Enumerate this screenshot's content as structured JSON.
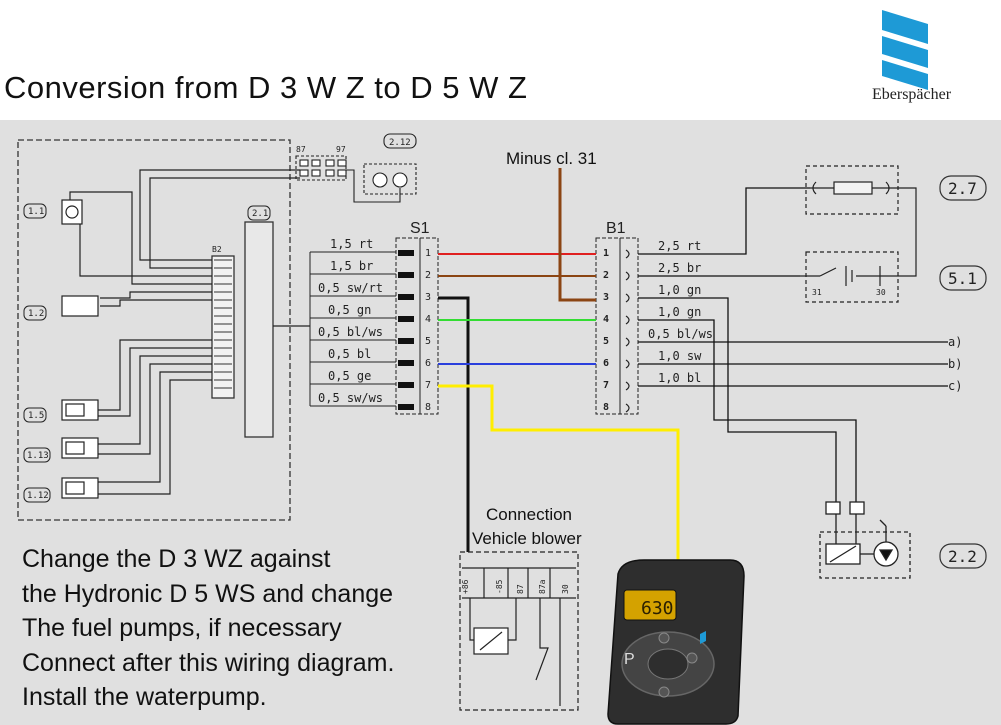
{
  "title": "Conversion from D 3 W Z to D 5 W Z",
  "brand": {
    "name": "Eberspächer",
    "color": "#1e9ad6"
  },
  "labels": {
    "minus": "Minus cl. 31",
    "s1": "S1",
    "b1": "B1",
    "b2": "B2",
    "b87": "87",
    "b97": "97",
    "connection_l1": "Connection",
    "connection_l2": "Vehicle blower"
  },
  "refs": {
    "r27": "2.7",
    "r51": "5.1",
    "r22": "2.2",
    "r212": "2.12",
    "r21": "2.1",
    "r11": "1.1",
    "r12": "1.2",
    "r15": "1.5",
    "r113": "1.13",
    "r112": "1.12"
  },
  "s1_wires": [
    "1,5 rt",
    "1,5 br",
    "0,5 sw/rt",
    "0,5 gn",
    "0,5 bl/ws",
    "0,5 bl",
    "0,5 ge",
    "0,5 sw/ws"
  ],
  "b1_wires": [
    "2,5 rt",
    "2,5 br",
    "1,0 gn",
    "1,0 gn",
    "0,5 bl/ws",
    "1,0 sw",
    "1,0 bl"
  ],
  "pins": [
    "1",
    "2",
    "3",
    "4",
    "5",
    "6",
    "7",
    "8"
  ],
  "outputs": [
    "a)",
    "b)",
    "c)"
  ],
  "switch_labels": {
    "t31": "31",
    "t30": "30"
  },
  "relay_pins": [
    "+86",
    "-85",
    "87",
    "87a",
    "30"
  ],
  "display_value": "630",
  "controller_buttons": {
    "p": "P"
  },
  "instructions": [
    "Change the D 3 WZ against",
    "the Hydronic D 5 WS and change",
    "The fuel pumps, if necessary",
    "Connect after this wiring diagram.",
    "Install the waterpump."
  ],
  "wire_colors": {
    "red": "#e02020",
    "brown": "#8b4513",
    "green": "#33dd33",
    "blue": "#2a3fdd",
    "yellow": "#ffee00",
    "black": "#111111"
  }
}
